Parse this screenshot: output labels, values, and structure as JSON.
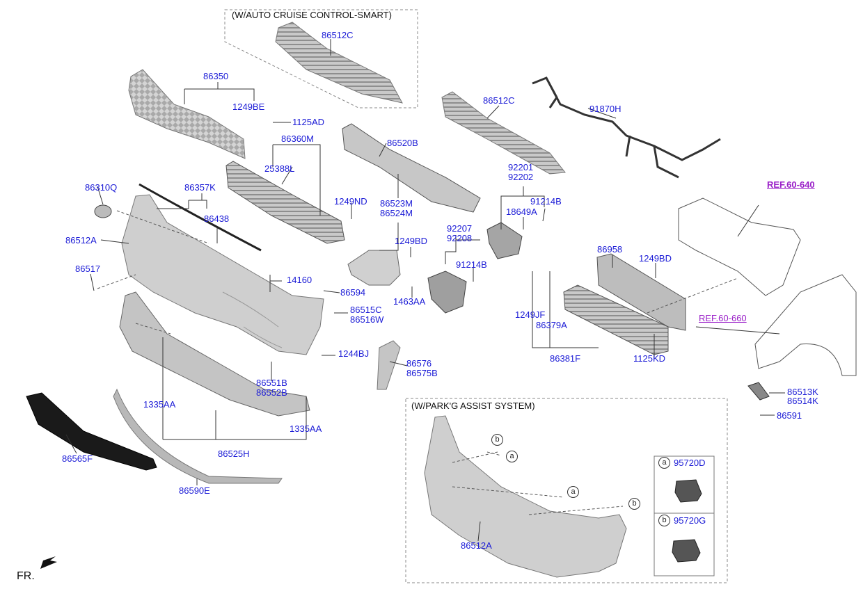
{
  "callouts": {
    "c86512C_top": "86512C",
    "c86350": "86350",
    "c1249BE": "1249BE",
    "c1125AD": "1125AD",
    "c86360M": "86360M",
    "c25388L": "25388L",
    "c86512C": "86512C",
    "c91870H": "91870H",
    "c86520B": "86520B",
    "c92201": "92201",
    "c92202": "92202",
    "c86310Q": "86310Q",
    "c86357K": "86357K",
    "c1249ND": "1249ND",
    "c86523M": "86523M",
    "c86524M": "86524M",
    "c18649A": "18649A",
    "c91214B_a": "91214B",
    "c86438": "86438",
    "c92207": "92207",
    "c92208": "92208",
    "c86512A": "86512A",
    "c1249BD_a": "1249BD",
    "c86958": "86958",
    "c1249BD_b": "1249BD",
    "c91214B_b": "91214B",
    "c86517": "86517",
    "c14160": "14160",
    "c86594": "86594",
    "c1463AA": "1463AA",
    "c86515C": "86515C",
    "c86516W": "86516W",
    "c1249JF": "1249JF",
    "c86379A": "86379A",
    "c1244BJ": "1244BJ",
    "c86381F": "86381F",
    "c1125KD": "1125KD",
    "c86576": "86576",
    "c86575B": "86575B",
    "c86551B": "86551B",
    "c86552B": "86552B",
    "c86513K": "86513K",
    "c86514K": "86514K",
    "c1335AA_a": "1335AA",
    "c1335AA_b": "1335AA",
    "c86591": "86591",
    "c86565F": "86565F",
    "c86525H": "86525H",
    "c86590E": "86590E",
    "c86512A_b": "86512A"
  },
  "refs": {
    "ref_640": "REF.60-640",
    "ref_660": "REF.60-660"
  },
  "captions": {
    "cruise": "(W/AUTO CRUISE CONTROL-SMART)",
    "parking": "(W/PARK'G ASSIST SYSTEM)"
  },
  "legend": {
    "a_letter": "a",
    "a_part": "95720D",
    "b_letter": "b",
    "b_part": "95720G"
  },
  "markers": {
    "a": "a",
    "b": "b"
  },
  "direction": "FR.",
  "colors": {
    "callout": "#1a1ad6",
    "reference": "#9a20c8",
    "part_fill": "#cfcfcf"
  }
}
